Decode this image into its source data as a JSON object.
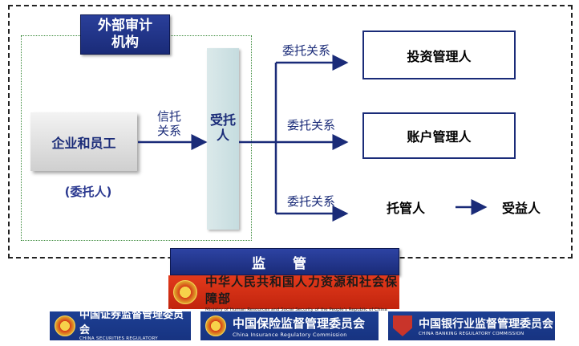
{
  "audit_box": {
    "line1": "外部审计",
    "line2": "机构"
  },
  "enterprise": {
    "label": "企业和员工",
    "role": "(委托人)"
  },
  "trust_relation": {
    "line1": "信托",
    "line2": "关系"
  },
  "trustee": {
    "label": "受托人"
  },
  "delegation_label": "委托关系",
  "managers": {
    "investment": "投资管理人",
    "account": "账户管理人",
    "custodian": "托管人",
    "beneficiary": "受益人"
  },
  "supervision": {
    "label": "监 管"
  },
  "regulators": {
    "mohrss_cn": "中华人民共和国人力资源和社会保障部",
    "mohrss_en": "Ministry of Human Resources and Social Security of the People's Republic of China",
    "csrc_cn": "中国证券监督管理委员会",
    "csrc_en": "CHINA SECURITIES REGULATORY COMMISSION",
    "circ_cn": "中国保险监督管理委员会",
    "circ_en": "China Insurance Regulatory Commission",
    "cbrc_cn": "中国银行业监督管理委员会",
    "cbrc_en": "CHINA BANKING REGULATORY COMMISSION"
  },
  "colors": {
    "navy": "#1a2b78",
    "red": "#c1240d",
    "trustee_fill": "#cfe1e3"
  }
}
